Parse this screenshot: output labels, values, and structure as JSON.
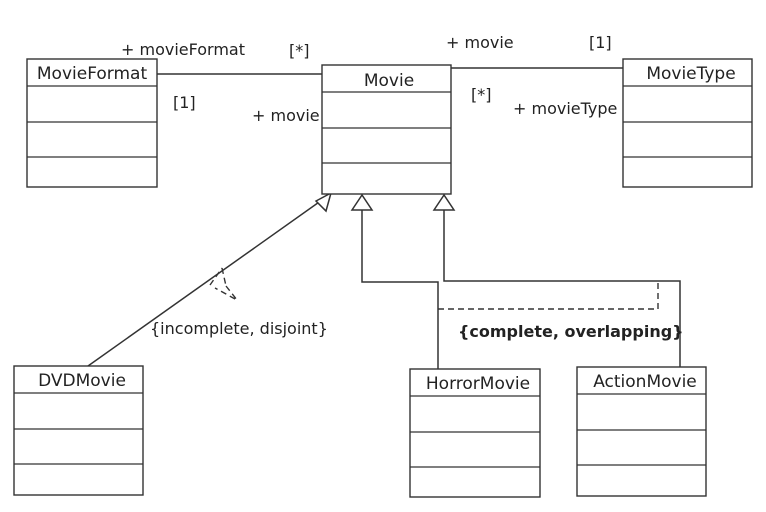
{
  "classes": {
    "movie_format": {
      "name": "MovieFormat"
    },
    "movie": {
      "name": "Movie"
    },
    "movie_type": {
      "name": "MovieType"
    },
    "dvd_movie": {
      "name": "DVDMovie"
    },
    "horror_movie": {
      "name": "HorrorMovie"
    },
    "action_movie": {
      "name": "ActionMovie"
    }
  },
  "associations": {
    "format_movie": {
      "role_format": "+ movieFormat",
      "mult_format_side": "[*]",
      "role_movie": "+ movie",
      "mult_movie_side": "[1]"
    },
    "movie_type": {
      "role_movie": "+ movie",
      "mult_type_side": "[1]",
      "role_type": "+ movieType",
      "mult_movie_side": "[*]"
    }
  },
  "generalization_sets": {
    "dvd": {
      "constraint": "{incomplete, disjoint}"
    },
    "genre": {
      "constraint": "{complete, overlapping}"
    }
  }
}
